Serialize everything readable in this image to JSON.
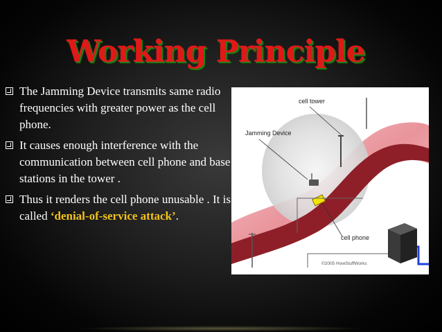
{
  "slide": {
    "title": "Working Principle",
    "bullets": [
      {
        "text": "The Jamming Device transmits same radio frequencies with greater power as the cell phone."
      },
      {
        "text": "It causes enough interference with the communication between cell phone and base stations in the tower ."
      },
      {
        "text": "Thus it renders the cell phone unusable . It is called ",
        "highlight": "‘denial-of-service attack’",
        "trailing": "."
      }
    ],
    "figure": {
      "labels": {
        "cell_tower": "cell tower",
        "jamming_device": "Jamming Device",
        "cell_phone": "cell phone",
        "copyright": "©2005 HowStuffWorks"
      },
      "colors": {
        "signal_band": "#c9303a",
        "jam_field": "#dcdcdc",
        "phone": "#f5e400",
        "base_station": "#2a2a2a",
        "cable": "#1f3fd8"
      }
    },
    "colors": {
      "title": "#e01818",
      "title_shadow": "#2a7a1a",
      "text": "#ffffff",
      "highlight": "#f3c21b"
    }
  }
}
